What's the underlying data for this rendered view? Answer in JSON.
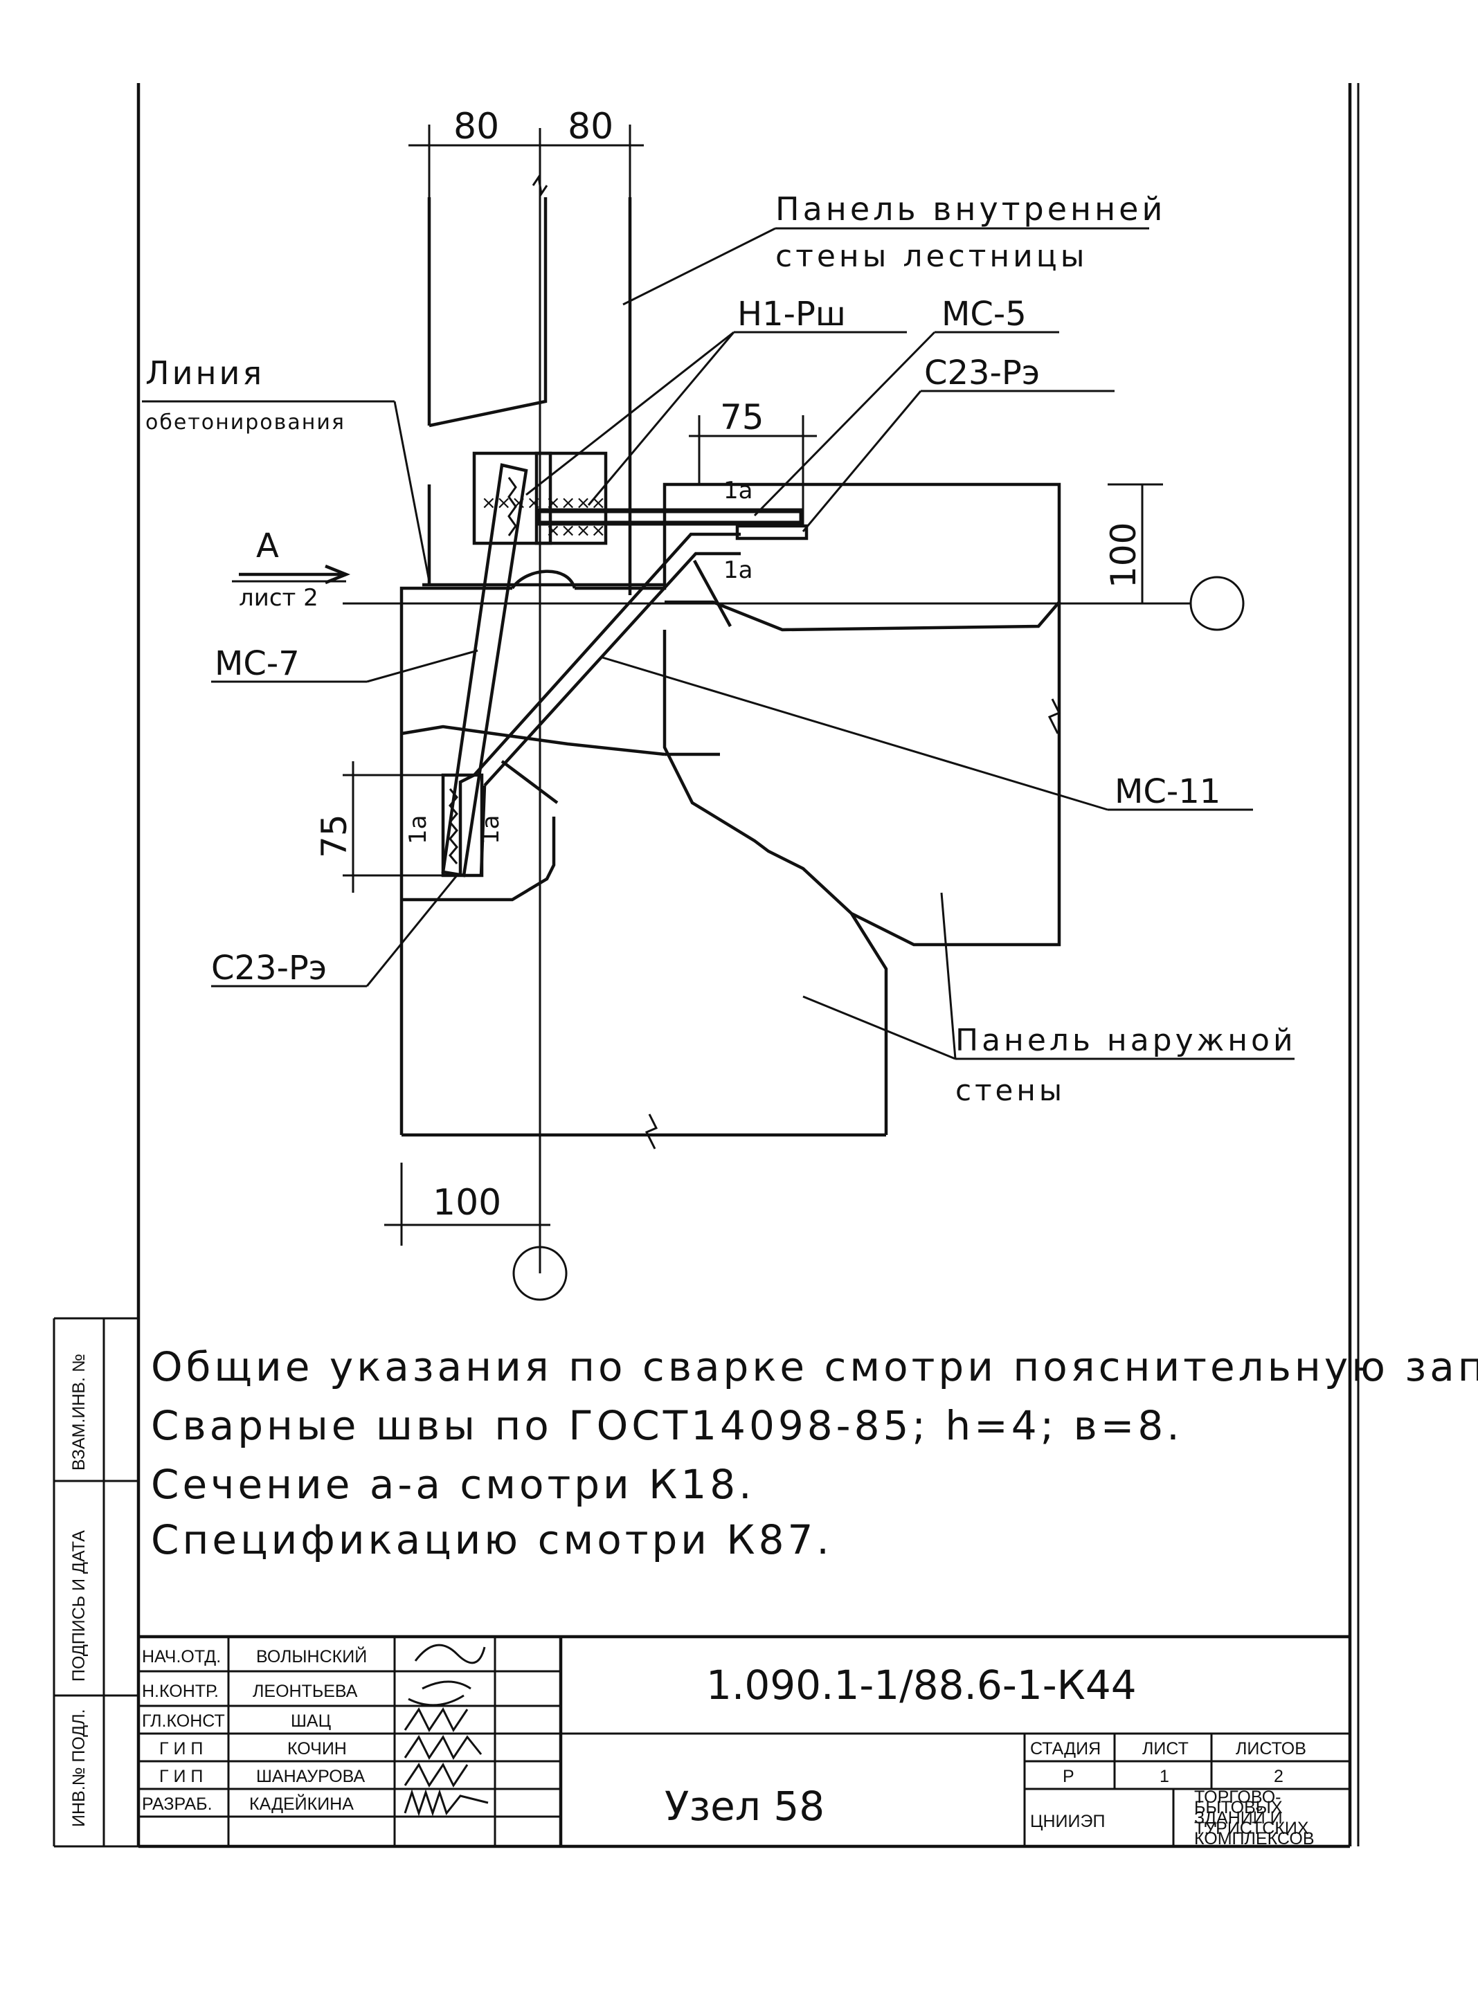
{
  "drawing": {
    "dims": {
      "top_left": "80",
      "top_right": "80",
      "mid_75": "75",
      "right_100": "100",
      "left_75": "75",
      "bottom_100": "100"
    },
    "labels": {
      "panel_inner_1": "Панель внутренней",
      "panel_inner_2": "стены лестницы",
      "h1_rsh": "Н1-Рш",
      "mc5": "МС-5",
      "c23_top": "С23-Рэ",
      "line_1": "Линия",
      "line_2": "обетонирования",
      "view_a": "А",
      "sheet_2": "лист 2",
      "mc7": "МС-7",
      "mc11": "МС-11",
      "c23_bottom": "С23-Рэ",
      "panel_outer_1": "Панель наружной",
      "panel_outer_2": "стены",
      "section_a1": "1а",
      "section_a2": "1а",
      "section_a3": "1а",
      "section_a4": "1а"
    }
  },
  "notes": [
    "Общие указания по сварке смотри пояснительную записку.",
    "Сварные швы по ГОСТ14098-85; h=4; в=8.",
    "Сечение а-а смотри К18.",
    "Спецификацию смотри К87."
  ],
  "side_stamp": {
    "inv_orig": "ИНВ.№ ПОДЛ.",
    "sign_date": "ПОДПИСЬ И ДАТА",
    "replace_inv": "ВЗАМ.ИНВ. №"
  },
  "title_block": {
    "doc_code": "1.090.1-1/88.6-1-К44",
    "sheet_title": "Узел 58",
    "roles": [
      "НАЧ.ОТД.",
      "Н.КОНТР.",
      "ГЛ.КОНСТ",
      "Г И П",
      "Г И П",
      "РАЗРАБ."
    ],
    "names": [
      "ВОЛЫНСКИЙ",
      "ЛЕОНТЬЕВА",
      "ШАЦ",
      "КОЧИН",
      "ШАНАУРОВА",
      "КАДЕЙКИНА"
    ],
    "stage_header": "СТАДИЯ",
    "sheet_header": "ЛИСТ",
    "sheets_header": "ЛИСТОВ",
    "stage": "Р",
    "sheet": "1",
    "sheets": "2",
    "org": "ЦНИИЭП",
    "org_desc": [
      "ТОРГОВО-",
      "БЫТОВЫХ",
      "ЗДАНИЙ И",
      "ТУРИСТСКИХ",
      "КОМПЛЕКСОВ"
    ]
  }
}
